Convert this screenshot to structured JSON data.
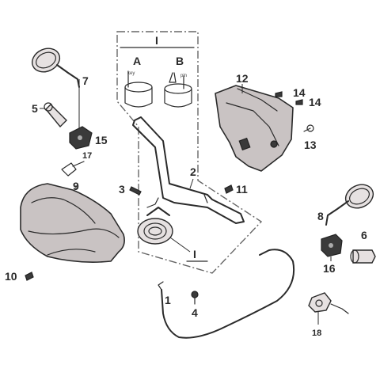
{
  "callouts": {
    "p1": "1",
    "p2": "2",
    "p3": "3",
    "p4": "4",
    "p5": "5",
    "p6": "6",
    "p7": "7",
    "p8": "8",
    "p9": "9",
    "p10": "10",
    "p11": "11",
    "p12": "12",
    "p13": "13",
    "p14a": "14",
    "p14b": "14",
    "p15": "15",
    "p16": "16",
    "p17": "17",
    "p18": "18"
  },
  "detail": {
    "roman_top": "I",
    "roman_bottom": "I",
    "variant_a": "A",
    "variant_b": "B",
    "tag_a": "key",
    "tag_b": "pin"
  }
}
